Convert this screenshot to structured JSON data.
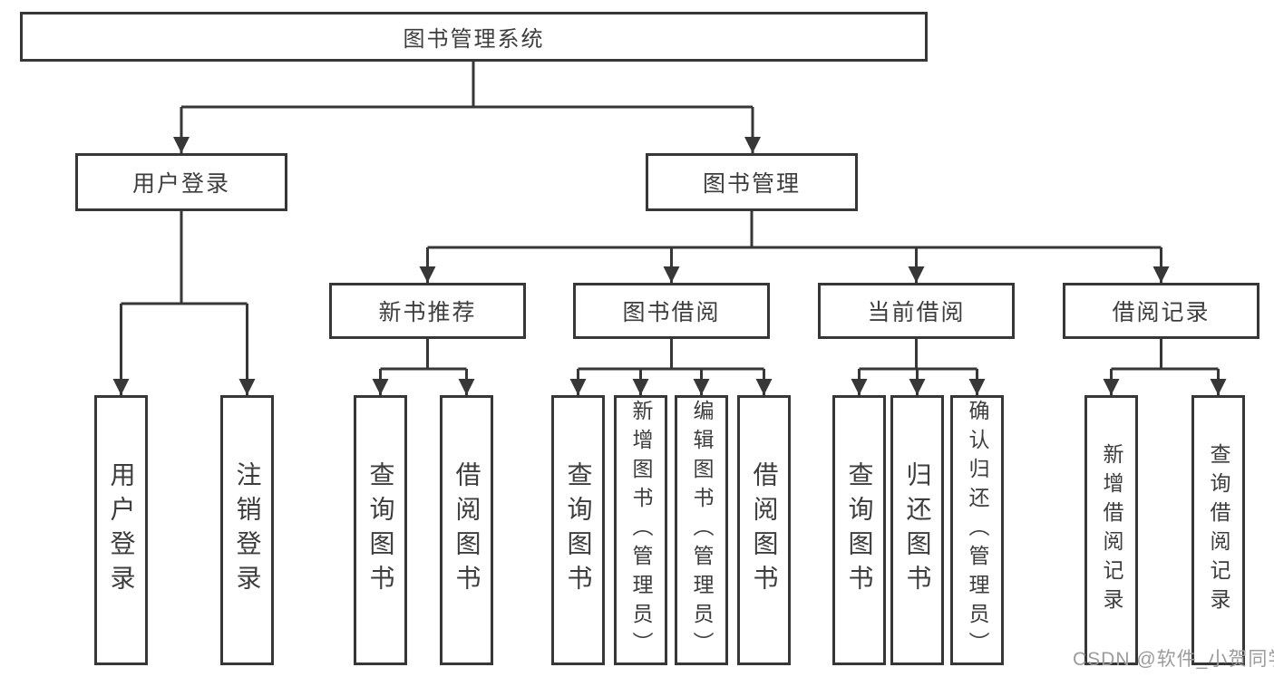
{
  "diagram_title": "图书管理系统",
  "watermark": "CSDN @软件_小贺同学",
  "colors": {
    "line": "#373737",
    "box_border": "#373737",
    "box_fill": "#ffffff",
    "text": "#3d3d3d",
    "watermark": "#9c9c9c",
    "background": "#ffffff"
  },
  "tree": {
    "root": "图书管理系统",
    "branches": [
      {
        "label": "用户登录",
        "children": [
          "用户登录",
          "注销登录"
        ]
      },
      {
        "label": "图书管理",
        "children": [
          {
            "label": "新书推荐",
            "children": [
              "查询图书",
              "借阅图书"
            ]
          },
          {
            "label": "图书借阅",
            "children": [
              "查询图书",
              "新增图书（管理员）",
              "编辑图书（管理员）",
              "借阅图书"
            ]
          },
          {
            "label": "当前借阅",
            "children": [
              "查询图书",
              "归还图书",
              "确认归还（管理员）"
            ]
          },
          {
            "label": "借阅记录",
            "children": [
              "新增借阅记录",
              "查询借阅记录"
            ]
          }
        ]
      }
    ]
  }
}
